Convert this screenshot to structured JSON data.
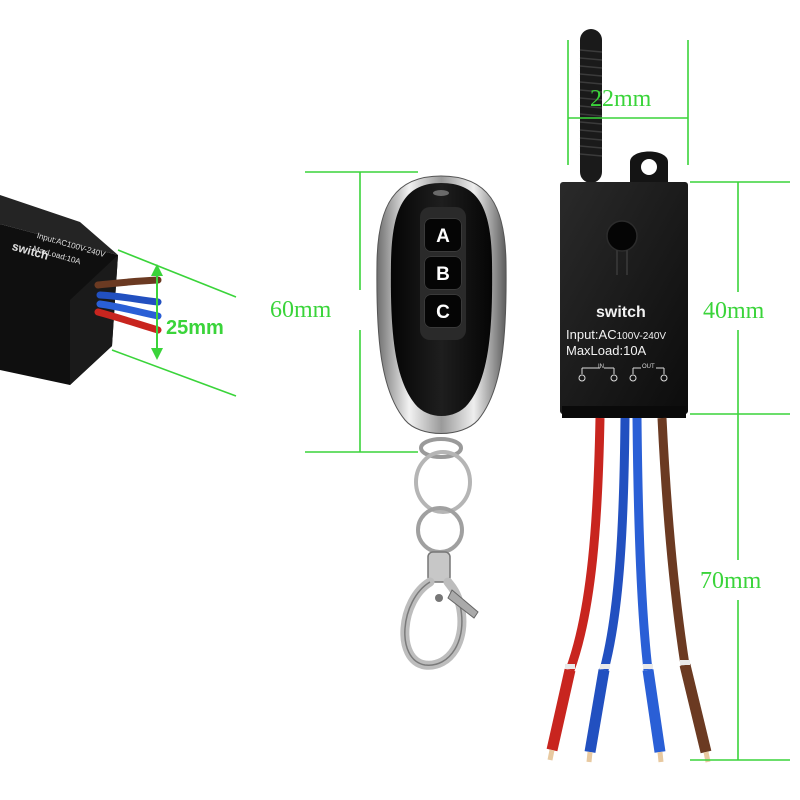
{
  "dimensions": {
    "antenna_width": "22mm",
    "remote_height": "60mm",
    "receiver_height": "40mm",
    "wire_length": "70mm",
    "side_thickness": "25mm"
  },
  "remote": {
    "buttons": [
      "A",
      "B",
      "C"
    ]
  },
  "receiver": {
    "brand": "switch",
    "input_prefix": "Input:AC",
    "input_range": "100V-240V",
    "max_load": "MaxLoad:10A",
    "terminal_in": "IN",
    "terminal_out": "OUT"
  },
  "side_view": {
    "brand": "switch",
    "input": "Input:AC100V-240V",
    "max_load": "MaxLoad:10A"
  },
  "colors": {
    "dimension_lines": "#3ad43a",
    "wire_red": "#c8251f",
    "wire_blue": "#2250c0",
    "wire_brown": "#6b3a22",
    "case": "#121212"
  }
}
